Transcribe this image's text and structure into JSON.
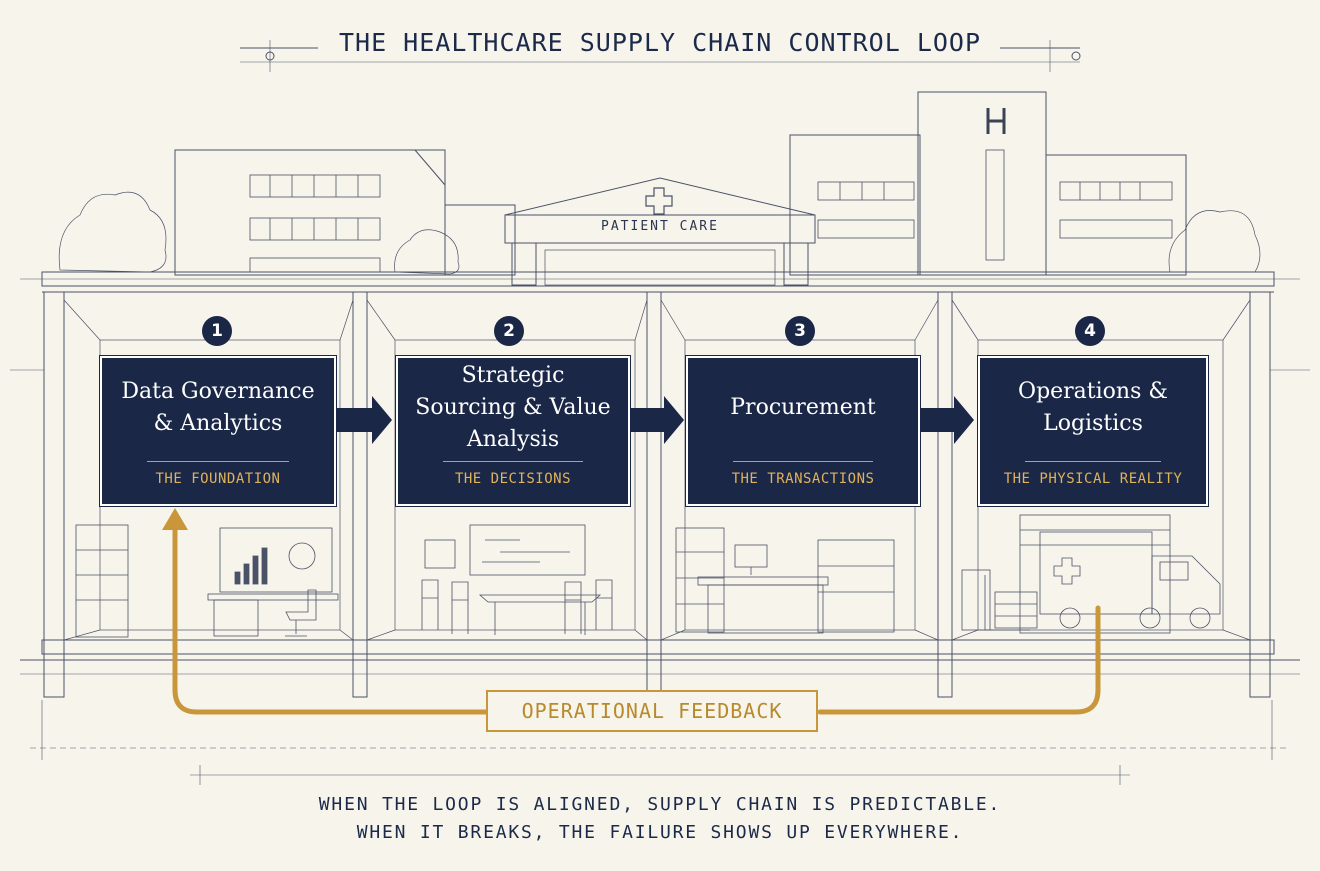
{
  "title": "THE HEALTHCARE SUPPLY CHAIN CONTROL LOOP",
  "building_sign": "PATIENT CARE",
  "steps": [
    {
      "number": "1",
      "title": "Data Governance & Analytics",
      "subtitle": "THE FOUNDATION"
    },
    {
      "number": "2",
      "title": "Strategic Sourcing & Value Analysis",
      "subtitle": "THE DECISIONS"
    },
    {
      "number": "3",
      "title": "Procurement",
      "subtitle": "THE TRANSACTIONS"
    },
    {
      "number": "4",
      "title": "Operations & Logistics",
      "subtitle": "THE PHYSICAL REALITY"
    }
  ],
  "feedback": "OPERATIONAL FEEDBACK",
  "footer": {
    "line1": "WHEN THE LOOP IS ALIGNED, SUPPLY CHAIN IS PREDICTABLE.",
    "line2": "WHEN IT BREAKS, THE FAILURE SHOWS UP EVERYWHERE."
  },
  "colors": {
    "navy": "#1a2746",
    "gold": "#c9973a",
    "paper": "#f7f4ec",
    "ink": "#3a4256"
  }
}
